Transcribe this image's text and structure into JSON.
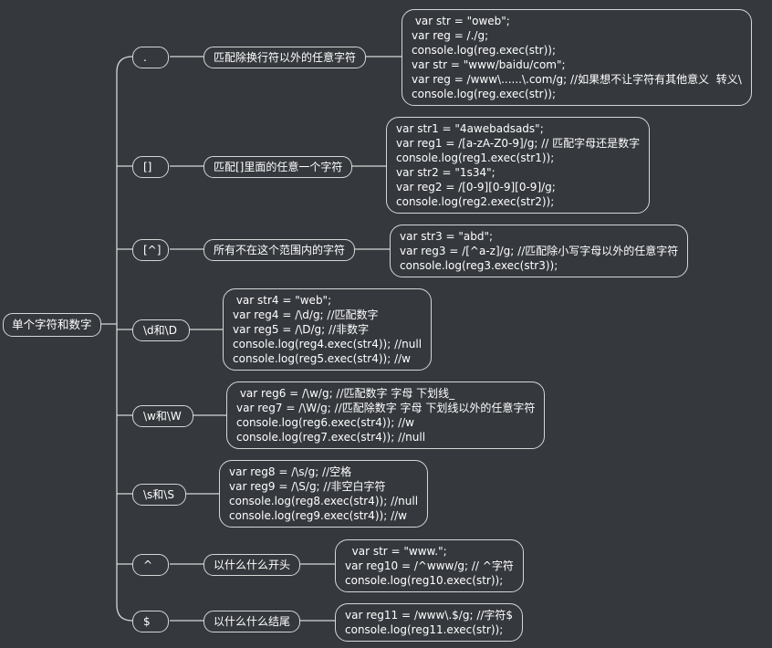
{
  "root": {
    "label": "单个字符和数字"
  },
  "branches": [
    {
      "symbol": ".",
      "desc": "匹配除换行符以外的任意字符",
      "code": [
        " var str = \"oweb\";",
        "var reg = /./g;",
        "console.log(reg.exec(str));",
        "var str = \"www/baidu/com\";",
        "var reg = /www\\......\\.com/g; //如果想不让字符有其他意义  转义\\",
        "console.log(reg.exec(str));"
      ]
    },
    {
      "symbol": "[]",
      "desc": "匹配[]里面的任意一个字符",
      "code": [
        "var str1 = \"4awebadsads\";",
        "var reg1 = /[a-zA-Z0-9]/g; // 匹配字母还是数字",
        "console.log(reg1.exec(str1));",
        "var str2 = \"1s34\";",
        "var reg2 = /[0-9][0-9][0-9]/g;",
        "console.log(reg2.exec(str2));"
      ]
    },
    {
      "symbol": "[^]",
      "desc": "所有不在这个范围内的字符",
      "code": [
        "var str3 = \"abd\";",
        "var reg3 = /[^a-z]/g; //匹配除小写字母以外的任意字符",
        "console.log(reg3.exec(str3));"
      ]
    },
    {
      "symbol": "\\d和\\D",
      "code": [
        " var str4 = \"web\";",
        "var reg4 = /\\d/g; //匹配数字",
        "var reg5 = /\\D/g; //非数字",
        "console.log(reg4.exec(str4)); //null",
        "console.log(reg5.exec(str4)); //w"
      ]
    },
    {
      "symbol": "\\w和\\W",
      "code": [
        " var reg6 = /\\w/g; //匹配数字 字母 下划线_",
        "var reg7 = /\\W/g; //匹配除数字 字母 下划线以外的任意字符",
        "console.log(reg6.exec(str4)); //w",
        "console.log(reg7.exec(str4)); //null"
      ]
    },
    {
      "symbol": "\\s和\\S",
      "code": [
        "var reg8 = /\\s/g; //空格",
        "var reg9 = /\\S/g; //非空白字符",
        "console.log(reg8.exec(str4)); //null",
        "console.log(reg9.exec(str4)); //w"
      ]
    },
    {
      "symbol": "^",
      "desc": "以什么什么开头",
      "code": [
        "  var str = \"www.\";",
        "var reg10 = /^www/g; // ^字符",
        "console.log(reg10.exec(str));"
      ]
    },
    {
      "symbol": "$",
      "desc": "以什么什么结尾",
      "code": [
        "var reg11 = /www\\.$/g; //字符$",
        "console.log(reg11.exec(str));"
      ]
    }
  ]
}
